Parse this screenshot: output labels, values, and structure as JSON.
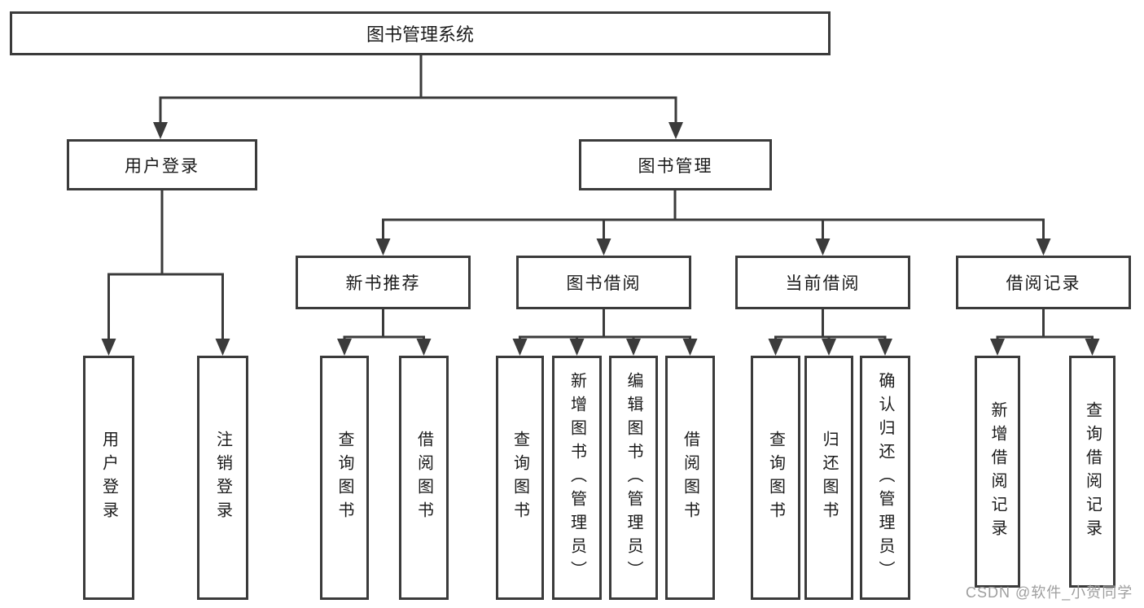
{
  "diagram": {
    "root": {
      "label": "图书管理系统"
    },
    "branches": {
      "user_login": {
        "label": "用户登录",
        "children": [
          "用户登录",
          "注销登录"
        ]
      },
      "book_management": {
        "label": "图书管理",
        "sections": [
          {
            "label": "新书推荐",
            "children": [
              "查询图书",
              "借阅图书"
            ]
          },
          {
            "label": "图书借阅",
            "children": [
              "查询图书",
              "新增图书（管理员）",
              "编辑图书（管理员）",
              "借阅图书"
            ]
          },
          {
            "label": "当前借阅",
            "children": [
              "查询图书",
              "归还图书",
              "确认归还（管理员）"
            ]
          },
          {
            "label": "借阅记录",
            "children": [
              "新增借阅记录",
              "查询借阅记录"
            ]
          }
        ]
      }
    }
  },
  "watermark": {
    "text": "CSDN @软件_小贺同学"
  },
  "colors": {
    "line": "#3b3b3b",
    "text": "#1a1a1a",
    "watermark": "#9e9e9e",
    "background": "#ffffff"
  }
}
